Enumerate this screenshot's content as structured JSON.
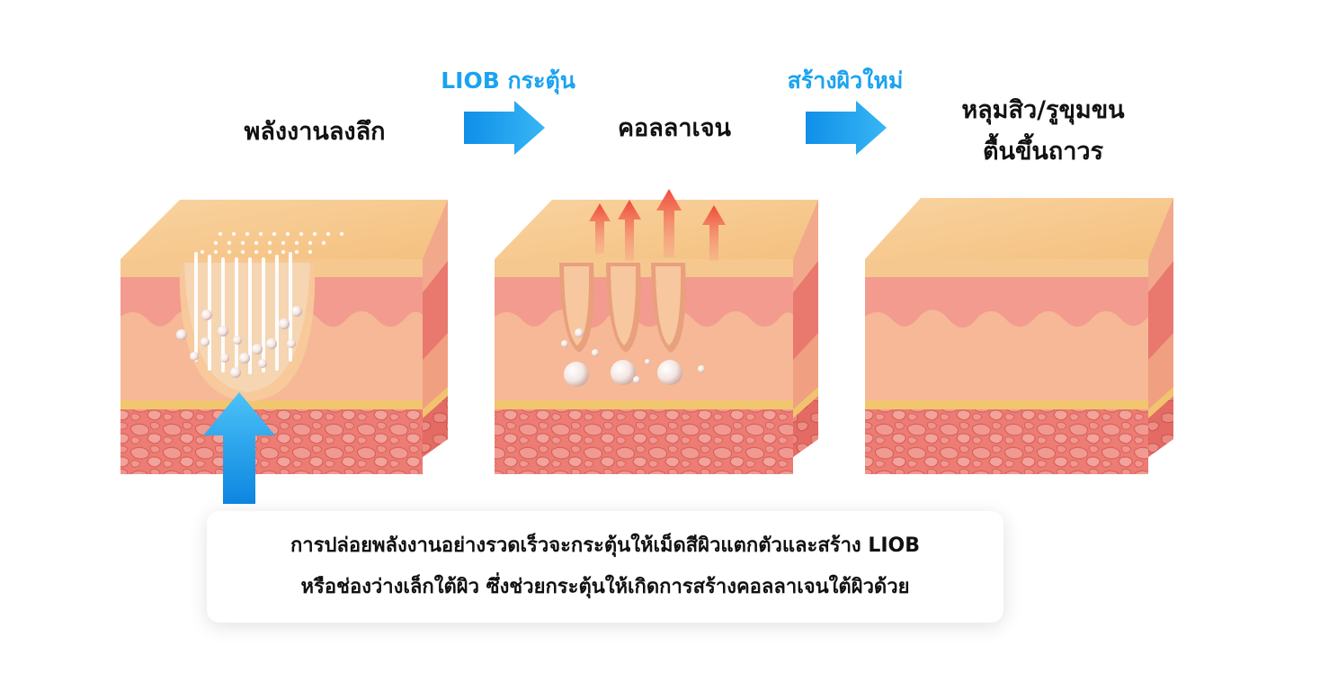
{
  "steps": [
    {
      "label": "พลังงานลงลึก"
    },
    {
      "label": "คอลลาเจน"
    },
    {
      "label_line1": "หลุมสิว/รูขุมขน",
      "label_line2": "ตื้นขึ้นถาวร"
    }
  ],
  "transitions": [
    {
      "label": "LIOB กระตุ้น"
    },
    {
      "label": "สร้างผิวใหม่"
    }
  ],
  "caption": {
    "line1": "การปล่อยพลังงานอย่างรวดเร็วจะกระตุ้นให้เม็ดสีผิวแตกตัวและสร้าง LIOB",
    "line2": "หรือช่องว่างเล็กใต้ผิว ซึ่งช่วยกระตุ้นให้เกิดการสร้างคอลลาเจนใต้ผิวด้วย"
  },
  "colors": {
    "accent_blue": "#1aa3f0",
    "skin_top": "#f7c98c",
    "dermis": "#f6b08f",
    "fat_layer": "#ea6f66",
    "pink_layer": "#f28d86",
    "energy_arrow": "#f0523a"
  }
}
